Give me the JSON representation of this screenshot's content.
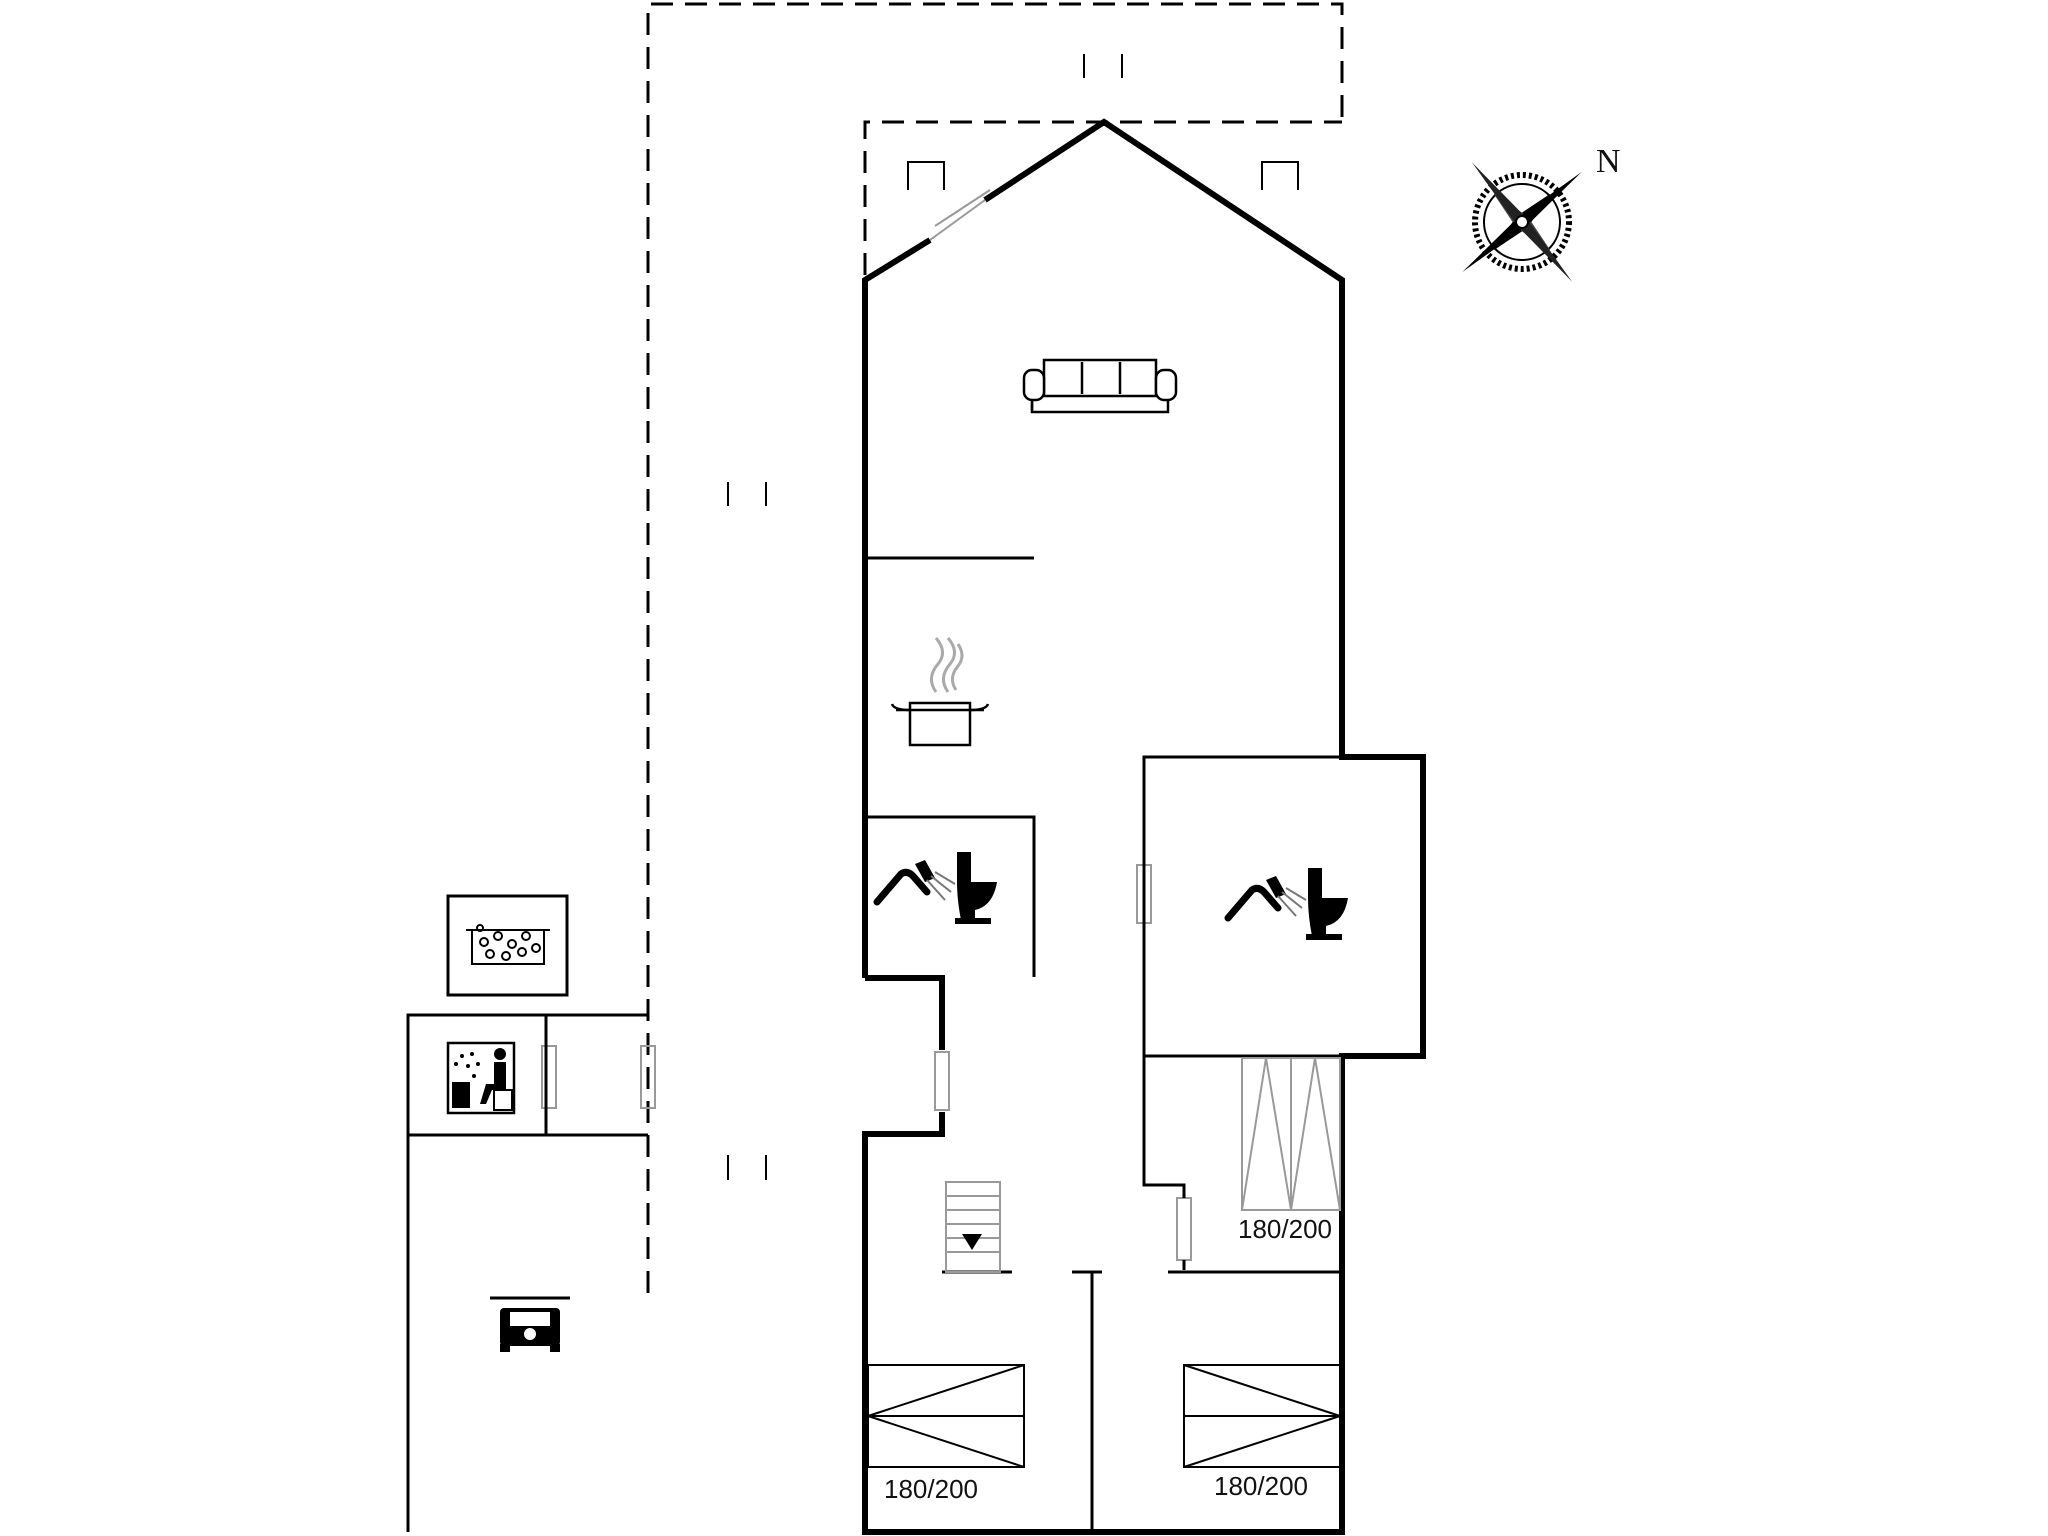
{
  "compass": {
    "north_label": "N"
  },
  "bed_labels": {
    "bedroom_upper_right": "180/200",
    "bedroom_lower_left": "180/200",
    "bedroom_lower_right": "180/200"
  },
  "icons": {
    "living": "sofa-icon",
    "kitchen": "cooking-pot-icon",
    "bathroom_small": "shower-toilet-icon",
    "bathroom_large": "shower-toilet-icon",
    "spa": "hot-tub-icon",
    "sauna": "sauna-icon",
    "carport": "car-icon",
    "stairs": "stairs-down-icon"
  },
  "colors": {
    "wall": "#000000",
    "background": "#ffffff",
    "steam": "#aaaaaa"
  }
}
